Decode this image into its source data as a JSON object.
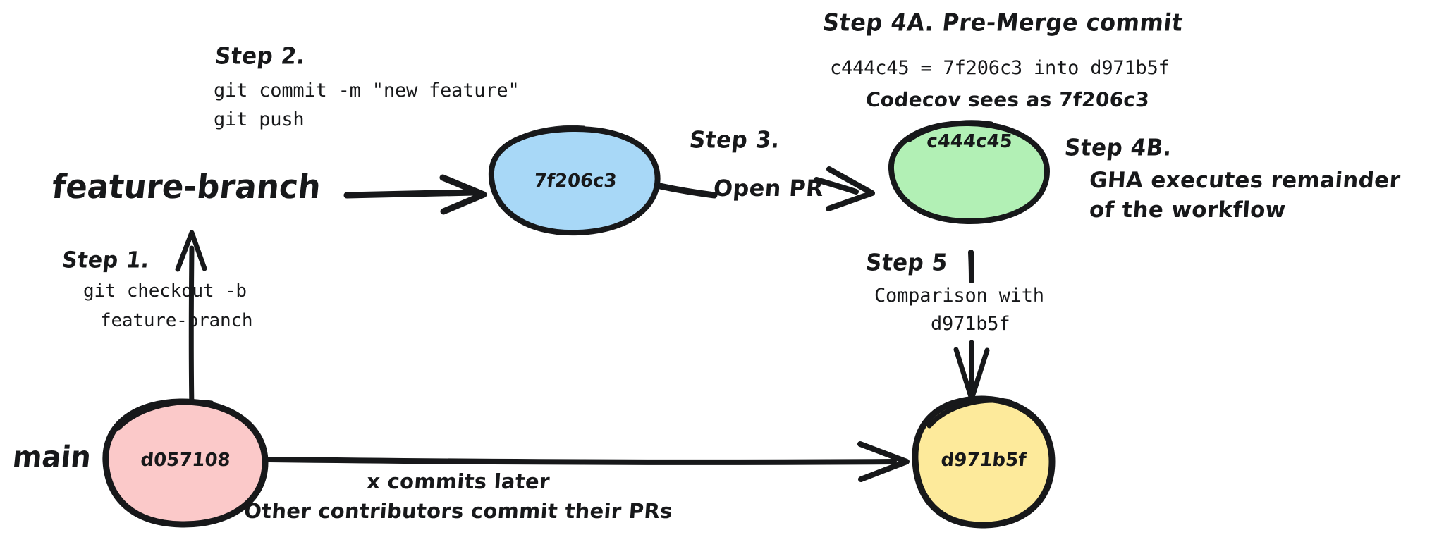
{
  "diagram": {
    "title": "Git feature branch to Codecov pre-merge commit workflow",
    "background_color": "#ffffff",
    "ink_color": "#17181a"
  },
  "branches": [
    {
      "name": "feature-branch",
      "id": "branch-feature"
    },
    {
      "name": "main",
      "id": "branch-main"
    }
  ],
  "nodes": [
    {
      "id": "node-d057108",
      "label": "d057108",
      "fill": "#fbc9c9",
      "stroke": "#17181a",
      "shape": "ellipse",
      "branch": "main"
    },
    {
      "id": "node-7f206c3",
      "label": "7f206c3",
      "fill": "#a8d8f7",
      "stroke": "#17181a",
      "shape": "ellipse",
      "branch": "feature-branch"
    },
    {
      "id": "node-c444c45",
      "label": "c444c45",
      "fill": "#b2f0b5",
      "stroke": "#17181a",
      "shape": "ellipse",
      "branch": "merge"
    },
    {
      "id": "node-d971b5f",
      "label": "d971b5f",
      "fill": "#fdea9b",
      "stroke": "#17181a",
      "shape": "circle",
      "branch": "main"
    }
  ],
  "steps": [
    {
      "id": "step-1",
      "heading": "Step 1.",
      "lines": [
        "git checkout -b",
        "feature-branch"
      ],
      "style": "mono"
    },
    {
      "id": "step-2",
      "heading": "Step 2.",
      "lines": [
        "git commit -m \"new feature\"",
        "git push"
      ],
      "style": "mono"
    },
    {
      "id": "step-3",
      "heading": "Step 3.",
      "lines": [
        "Open PR"
      ],
      "style": "hand"
    },
    {
      "id": "step-4a",
      "heading": "Step 4A. Pre-Merge commit",
      "lines": [
        "c444c45 = 7f206c3 into d971b5f",
        "Codecov sees as 7f206c3"
      ],
      "style": "mixed"
    },
    {
      "id": "step-4b",
      "heading": "Step 4B.",
      "lines": [
        "GHA executes remainder",
        "of the workflow"
      ],
      "style": "hand"
    },
    {
      "id": "step-5",
      "heading": "Step 5",
      "lines": [
        "Comparison with",
        "d971b5f"
      ],
      "style": "mono"
    }
  ],
  "edge_captions": [
    {
      "id": "caption-commits-later",
      "text": "x commits later"
    },
    {
      "id": "caption-other-contributors",
      "text": "Other contributors commit their PRs"
    }
  ],
  "edges": [
    {
      "id": "edge-featurebranch-to-7f206c3",
      "from": "feature-branch",
      "to": "node-7f206c3",
      "direction": "right"
    },
    {
      "id": "edge-d057108-to-featurebranch",
      "from": "node-d057108",
      "to": "feature-branch",
      "direction": "up"
    },
    {
      "id": "edge-7f206c3-to-c444c45",
      "from": "node-7f206c3",
      "to": "node-c444c45",
      "direction": "right",
      "label": "Open PR"
    },
    {
      "id": "edge-d057108-to-d971b5f",
      "from": "node-d057108",
      "to": "node-d971b5f",
      "direction": "right"
    },
    {
      "id": "edge-c444c45-to-d971b5f",
      "from": "node-c444c45",
      "to": "node-d971b5f",
      "direction": "down"
    }
  ]
}
